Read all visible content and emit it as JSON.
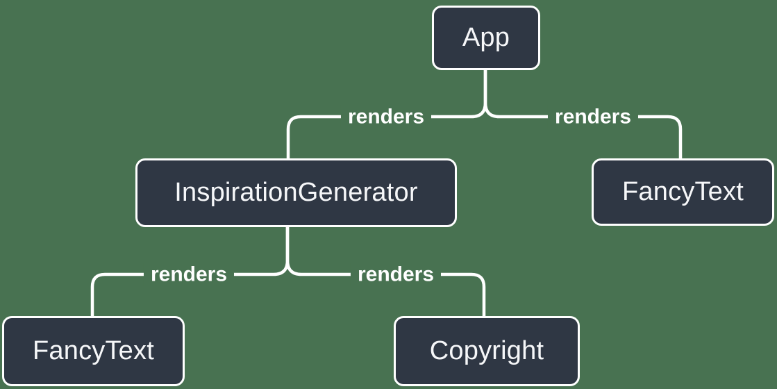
{
  "diagram": {
    "type": "render-tree",
    "colors": {
      "background": "#487251",
      "node_fill": "#2f3744",
      "node_border": "#ffffff",
      "node_text": "#f6f7f9",
      "edge_line": "#ffffff",
      "edge_label_text": "#ffffff"
    },
    "nodes": [
      {
        "id": "app",
        "label": "App"
      },
      {
        "id": "inspiration-generator",
        "label": "InspirationGenerator"
      },
      {
        "id": "fancy-text-top",
        "label": "FancyText"
      },
      {
        "id": "fancy-text-bottom",
        "label": "FancyText"
      },
      {
        "id": "copyright",
        "label": "Copyright"
      }
    ],
    "edges": [
      {
        "from": "App",
        "to": "InspirationGenerator",
        "label": "renders"
      },
      {
        "from": "App",
        "to": "FancyText",
        "label": "renders"
      },
      {
        "from": "InspirationGenerator",
        "to": "FancyText",
        "label": "renders"
      },
      {
        "from": "InspirationGenerator",
        "to": "Copyright",
        "label": "renders"
      }
    ]
  }
}
